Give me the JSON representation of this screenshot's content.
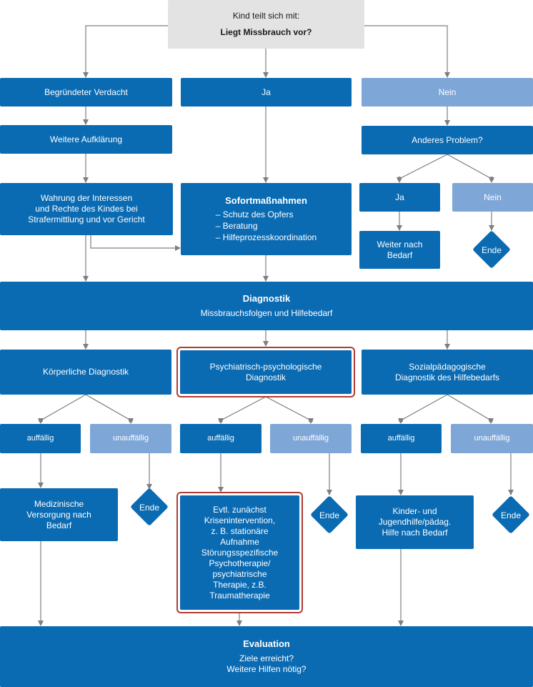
{
  "top": {
    "line1": "Kind teilt sich mit:",
    "line2": "Liegt Missbrauch vor?"
  },
  "branch_left": "Begründeter Verdacht",
  "branch_mid": "Ja",
  "branch_right": "Nein",
  "weitere_aufklaerung": "Weitere Aufklärung",
  "wahrung": [
    "Wahrung der Interessen",
    "und Rechte des Kindes bei",
    "Strafermittlung und vor Gericht"
  ],
  "sofort": {
    "title": "Sofortmaßnahmen",
    "items": [
      "– Schutz des Opfers",
      "– Beratung",
      "– Hilfeprozesskoordination"
    ]
  },
  "anderes_problem": "Anderes Problem?",
  "ap_ja": "Ja",
  "ap_nein": "Nein",
  "weiter_nach_bedarf": [
    "Weiter nach",
    "Bedarf"
  ],
  "ende": "Ende",
  "diagnostik": {
    "title": "Diagnostik",
    "subtitle": "Missbrauchsfolgen und Hilfebedarf"
  },
  "koerperlich": "Körperliche Diagnostik",
  "psych": [
    "Psychiatrisch-psychologische",
    "Diagnostik"
  ],
  "sozial": [
    "Sozialpädagogische",
    "Diagnostik des Hilfebedarfs"
  ],
  "auffaellig": "auffällig",
  "unauffaellig": "unauffällig",
  "medizinisch": [
    "Medizinische",
    "Versorgung nach",
    "Bedarf"
  ],
  "therapie": [
    "Evtl. zunächst",
    "Kriseninter­vention,",
    "z. B. stationäre",
    "Aufnahme",
    "Störungsspezifische",
    "Psychotherapie/",
    "psychiatrische",
    "Therapie, z.B.",
    "Traumatherapie"
  ],
  "kinder": [
    "Kinder- und",
    "Jugendhilfe/pädag.",
    "Hilfe nach Bedarf"
  ],
  "evaluation": {
    "title": "Evaluation",
    "line1": "Ziele erreicht?",
    "line2": "Weitere Hilfen nötig?"
  },
  "colors": {
    "blue": "#0a6bb3",
    "light_blue": "#7ea7d8",
    "grey": "#e3e3e3",
    "highlight": "#b23a33",
    "connector": "#7f7f7f"
  }
}
